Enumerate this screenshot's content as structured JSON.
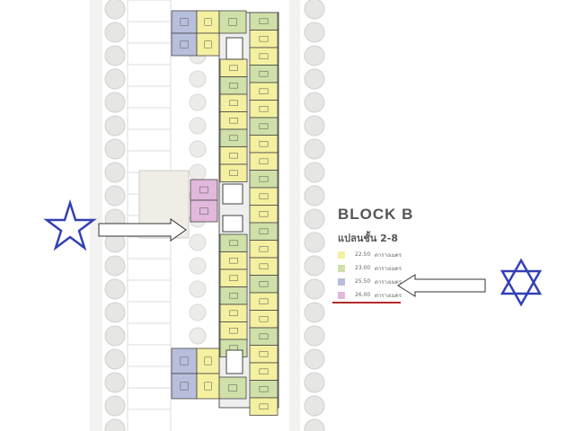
{
  "block": {
    "title": "BLOCK B",
    "subtitle": "แปลนชั้น 2-8"
  },
  "legend": [
    {
      "value": "22.50",
      "unit": "ตารางเมตร",
      "color": "#f5f0a0"
    },
    {
      "value": "23.00",
      "unit": "ตารางเมตร",
      "color": "#cfe0a8"
    },
    {
      "value": "25.50",
      "unit": "ตารางเมตร",
      "color": "#b8bfdc"
    },
    {
      "value": "26.00",
      "unit": "ตารางเมตร",
      "color": "#e2b8dc"
    }
  ],
  "annotations": {
    "left_marker": "star-icon",
    "right_marker": "star-of-david-icon",
    "accent": "#3340b5",
    "underline_color": "#b52a2a"
  }
}
